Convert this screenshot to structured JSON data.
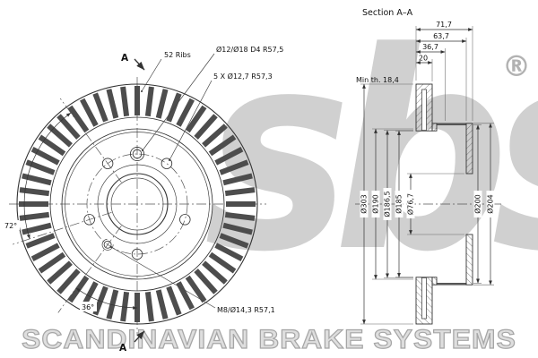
{
  "brand": {
    "logo_text": "sbs",
    "registered_mark": "®",
    "footer_text": "SCANDINAVIAN BRAKE SYSTEMS"
  },
  "front_view": {
    "section_marker_top": "A",
    "section_marker_bottom": "A",
    "ribs_count": 52,
    "ribs_label": "52 Ribs",
    "locating_hole_label": "Ø12/Ø18 D4 R57,5",
    "bolt_holes_label": "5 X Ø12,7 R57,3",
    "service_hole_label": "M8/Ø14,3 R57,1",
    "bolt_angle_label": "72°",
    "service_angle_label": "36°"
  },
  "section_view": {
    "title": "Section A–A",
    "min_thickness_label": "Min th. 18,4",
    "width_dims": [
      "71,7",
      "63,7",
      "36,7",
      "20"
    ],
    "left_diameter_dims": [
      "Ø303",
      "Ø190",
      "Ø186,5",
      "Ø185",
      "Ø76,7"
    ],
    "right_diameter_dims": [
      "Ø200",
      "Ø204"
    ]
  },
  "colors": {
    "line": "#333333",
    "watermark": "#d0d0d0",
    "footer": "#c4c4c4"
  }
}
